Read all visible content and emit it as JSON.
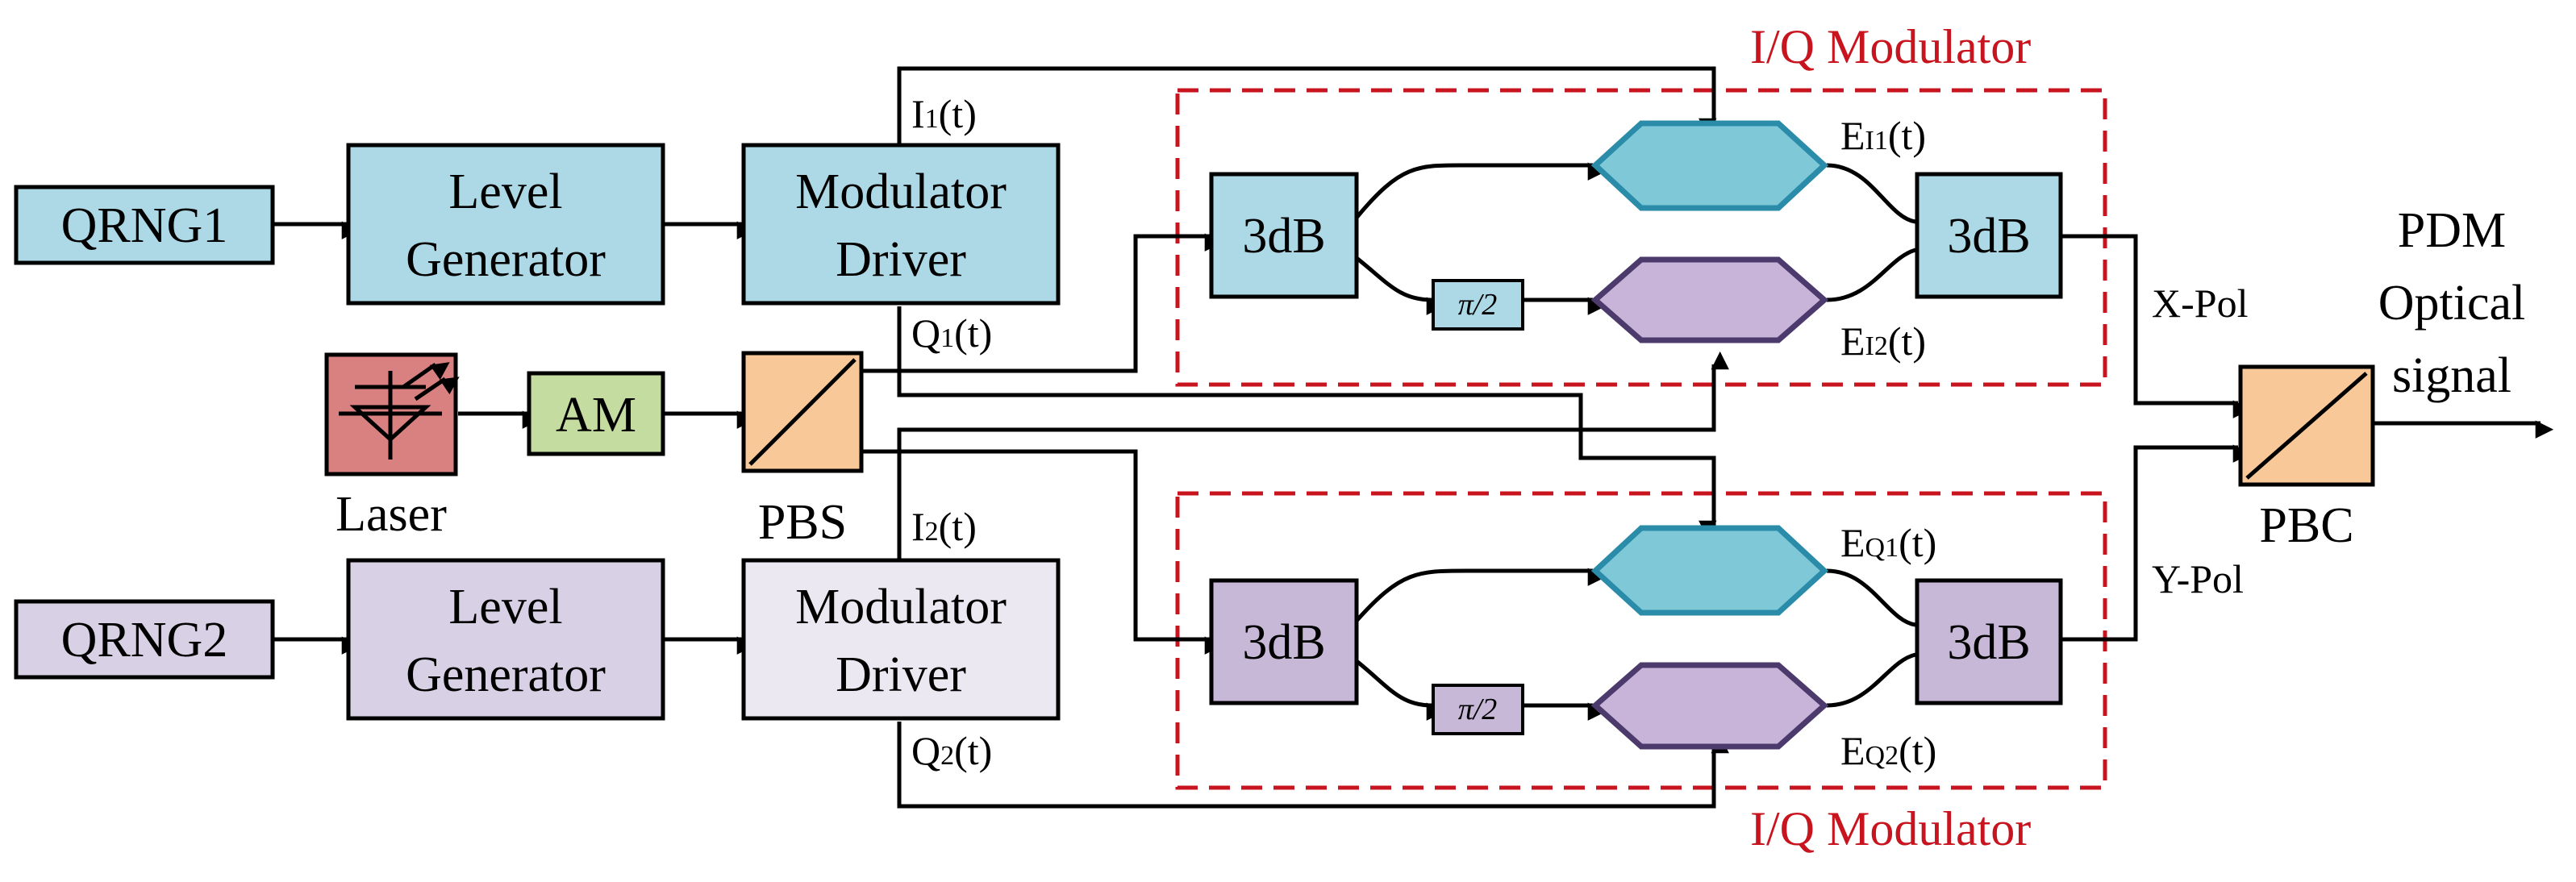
{
  "diagram": {
    "labels": {
      "qrng1": "QRNG1",
      "qrng2": "QRNG2",
      "level_gen_1_line1": "Level",
      "level_gen_1_line2": "Generator",
      "level_gen_2_line1": "Level",
      "level_gen_2_line2": "Generator",
      "mod_driver_1_line1": "Modulator",
      "mod_driver_1_line2": "Driver",
      "mod_driver_2_line1": "Modulator",
      "mod_driver_2_line2": "Driver",
      "laser": "Laser",
      "am": "AM",
      "pbs": "PBS",
      "pbc": "PBC",
      "coupler": "3dB",
      "phase_shift": "π/2",
      "iq_modulator_top": "I/Q Modulator",
      "iq_modulator_bottom": "I/Q Modulator",
      "i1": "I1(t)",
      "q1": "Q1(t)",
      "i2": "I2(t)",
      "q2": "Q2(t)",
      "e_i1": "EI1(t)",
      "e_i2": "EI2(t)",
      "e_q1": "EQ1(t)",
      "e_q2": "EQ2(t)",
      "x_pol": "X-Pol",
      "y_pol": "Y-Pol",
      "output_line1": "PDM",
      "output_line2": "Optical",
      "output_line3": "signal"
    },
    "colors": {
      "cyan_fill": "#add8e6",
      "lavender_fill": "#d8d0e4",
      "lavender_light_fill": "#ece8f2",
      "purple_fill": "#c8b8d8",
      "teal_hex_fill": "#7ec8d8",
      "teal_hex_stroke": "#2a8ca8",
      "purple_hex_fill": "#c8b4d8",
      "purple_hex_stroke": "#4c3a6c",
      "laser_fill": "#d98080",
      "am_fill": "#c4dca0",
      "pbs_fill": "#f8c898",
      "dash_red": "#c8141e"
    }
  }
}
